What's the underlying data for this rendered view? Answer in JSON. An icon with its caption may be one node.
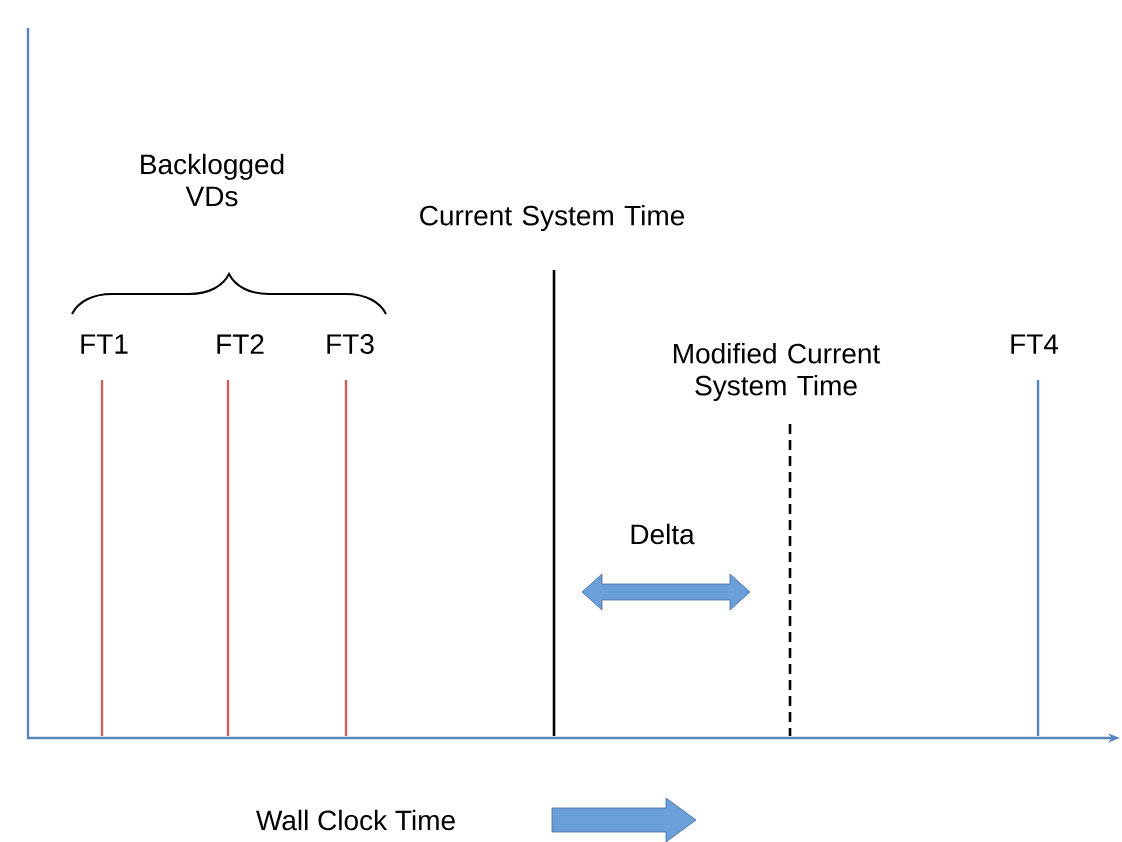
{
  "diagram": {
    "labels": [
      "Backlogged VDs",
      "Current System Time",
      "FT1",
      "FT2",
      "FT3",
      "Modified Current System Time",
      "FT4",
      "Delta",
      "Wall Clock Time"
    ]
  }
}
